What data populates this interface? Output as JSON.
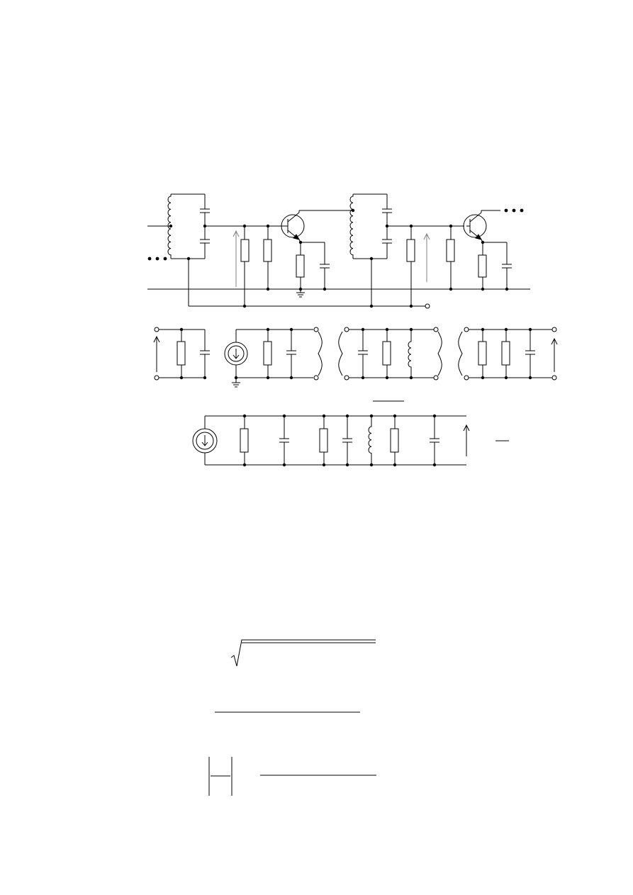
{
  "page": {
    "background": "#ffffff",
    "ink_color": "#000000",
    "voltage_arrow_color": "#808080"
  },
  "figures": [
    {
      "id": "amplifier-schematic",
      "kind": "two-stage tuned transistor amplifier, common emitter, tapped tank circuits"
    },
    {
      "id": "per-stage-equivalent",
      "kind": "small-signal equivalent circuit of one stage"
    },
    {
      "id": "combined-equivalent",
      "kind": "reduced single parallel equivalent circuit"
    },
    {
      "id": "formula-skeletons",
      "kind": "fraction bars, radical sign and absolute-value bars with no visible text"
    }
  ],
  "icons": [
    "inductor-icon",
    "capacitor-icon",
    "resistor-icon",
    "npn-transistor-icon",
    "current-source-icon",
    "ground-icon",
    "terminal-icon",
    "voltage-arrow-icon",
    "ellipsis-icon"
  ]
}
